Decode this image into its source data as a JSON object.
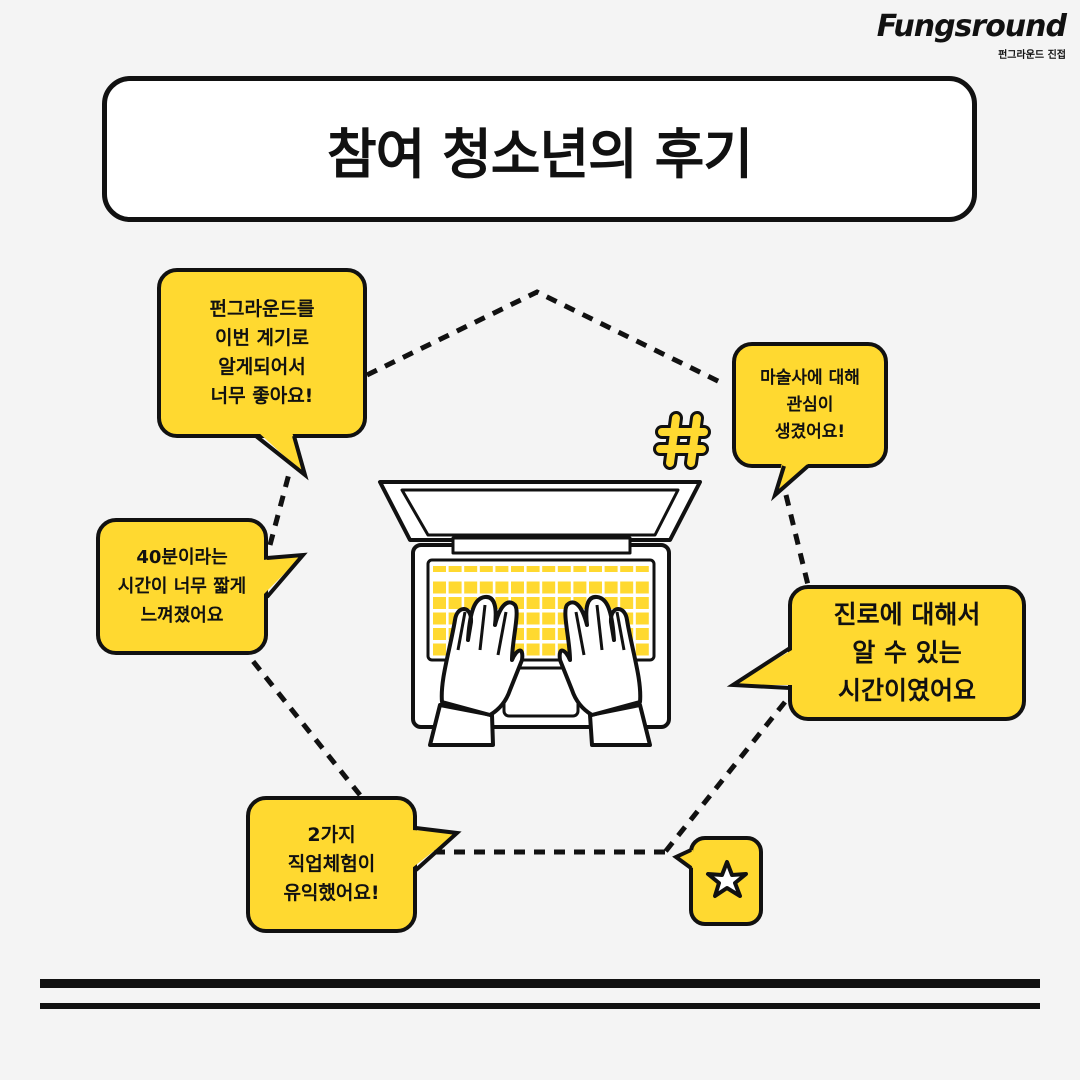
{
  "logo": {
    "wordmark": "Fungsround",
    "subtitle": "펀그라운드 진접"
  },
  "title": "참여 청소년의 후기",
  "colors": {
    "accent": "#FFD930",
    "ink": "#111111",
    "background": "#f4f4f4"
  },
  "bubbles": [
    {
      "lines": [
        "펀그라운드를",
        "이번 계기로",
        "알게되어서",
        "너무 좋아요!"
      ]
    },
    {
      "lines": [
        "마술사에 대해",
        "관심이",
        "생겼어요!"
      ]
    },
    {
      "lines": [
        "40분이라는",
        "시간이 너무 짧게",
        "느껴졌어요"
      ]
    },
    {
      "lines": [
        "진로에 대해서",
        "알 수 있는",
        "시간이였어요"
      ]
    },
    {
      "lines": [
        "2가지",
        "직업체험이",
        "유익했어요!"
      ]
    }
  ],
  "icons": [
    "hashtag-icon",
    "star-icon",
    "laptop-illustration"
  ]
}
